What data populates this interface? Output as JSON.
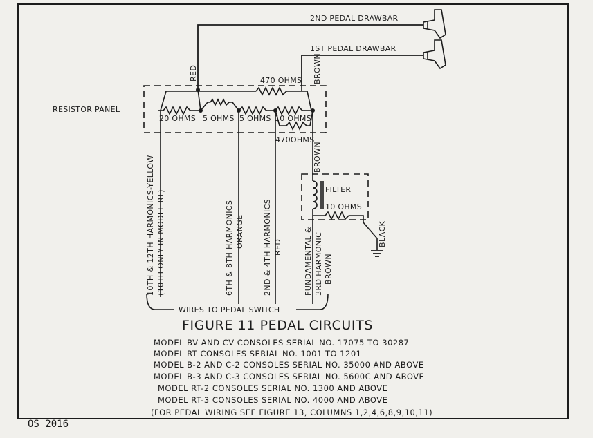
{
  "drawbars": {
    "second": "2ND PEDAL DRAWBAR",
    "first": "1ST PEDAL DRAWBAR"
  },
  "panel": {
    "label": "RESISTOR PANEL",
    "r_top": "470 OHMS",
    "r_bottom": "470OHMS",
    "r1": "20 OHMS",
    "r2": "5 OHMS",
    "r3": "5 OHMS",
    "r4": "10 OHMS"
  },
  "wires": {
    "red_top": "RED",
    "brown_top": "BROWN",
    "brown_mid": "BROWN",
    "black": "BLACK",
    "w1_line1": "10TH & 12TH HARMONICS-YELLOW",
    "w1_line2": "(10TH ONLY IN MODEL RT)",
    "w2_line1": "6TH & 8TH HARMONICS",
    "w2_line2": "ORANGE",
    "w3_line1": "2ND & 4TH HARMONICS",
    "w3_line2": "RED",
    "w4_line1": "FUNDAMENTAL &",
    "w4_line2": "3RD HARMONIC",
    "w4_line3": "BROWN",
    "switch": "WIRES TO PEDAL SWITCH"
  },
  "filter": {
    "label": "FILTER",
    "resistor": "10 OHMS"
  },
  "caption": {
    "title": "FIGURE 11 PEDAL CIRCUITS",
    "models": [
      "MODEL BV AND CV CONSOLES SERIAL NO. 17075 TO 30287",
      "MODEL RT CONSOLES SERIAL NO. 1001 TO 1201",
      "MODEL B-2 AND C-2 CONSOLES SERIAL NO. 35000 AND ABOVE",
      "MODEL B-3 AND C-3 CONSOLES SERIAL NO. 5600C AND ABOVE",
      "MODEL RT-2 CONSOLES SERIAL NO. 1300 AND ABOVE",
      "MODEL RT-3 CONSOLES SERIAL NO. 4000 AND ABOVE"
    ],
    "note": "(FOR PEDAL WIRING SEE FIGURE 13, COLUMNS 1,2,4,6,8,9,10,11)"
  },
  "doc_number": "OS 2016"
}
